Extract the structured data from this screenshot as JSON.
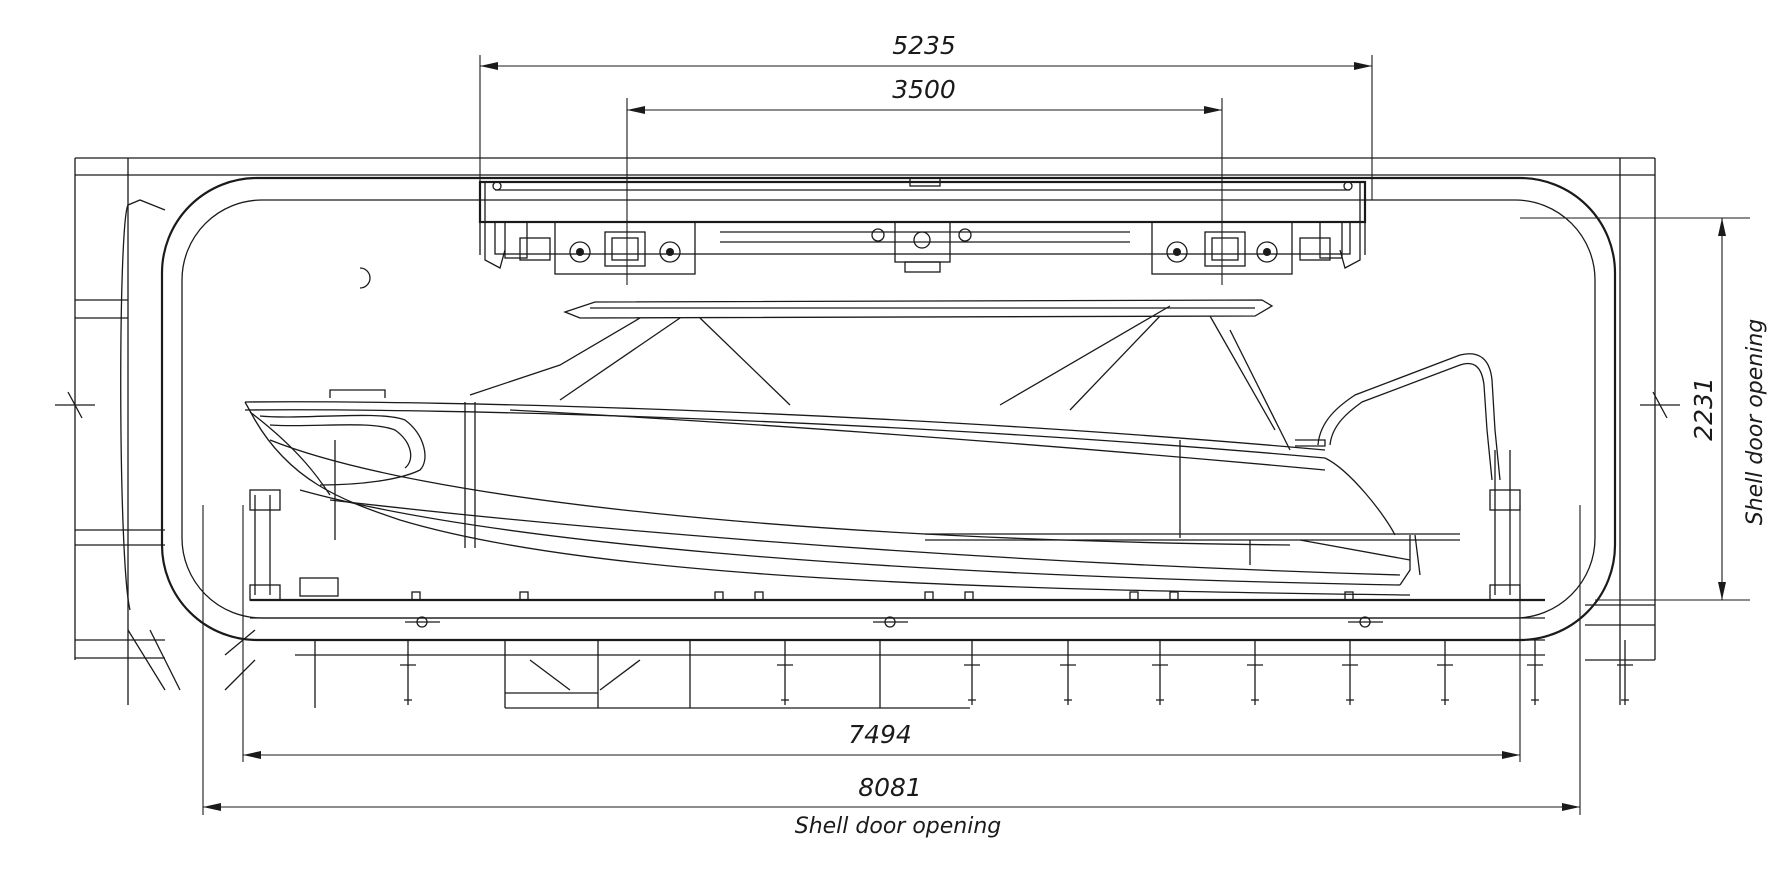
{
  "dimensions": {
    "top_outer": "5235",
    "top_inner": "3500",
    "bottom_inner": "7494",
    "bottom_outer": "8081",
    "vertical": "2231"
  },
  "captions": {
    "bottom": "Shell door opening",
    "side": "Shell door opening"
  }
}
